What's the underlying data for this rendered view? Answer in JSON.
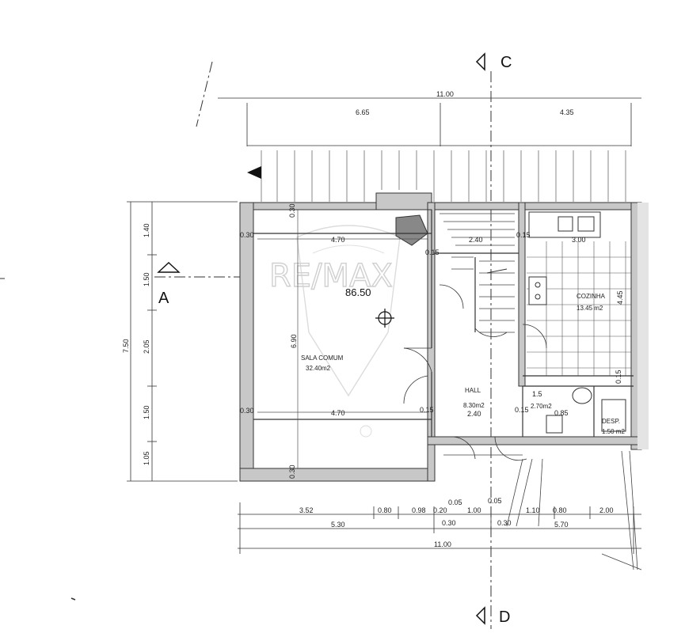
{
  "watermark": "RE/MAX",
  "sections": {
    "a": "A",
    "c": "C",
    "d": "D"
  },
  "elevation": "86.50",
  "rooms": {
    "sala_name": "SALA COMUM",
    "sala_area": "32.40m2",
    "hall_name": "HALL",
    "hall_area": "8.30m2",
    "cozinha_name": "COZINHA",
    "cozinha_area": "13.45 m2",
    "wc_area": "2.70m2",
    "desp_name": "DESP.",
    "desp_area": "1.50 m2"
  },
  "top_dims": {
    "total": "11.00",
    "left": "6.65",
    "right": "4.35"
  },
  "left_dims": {
    "total": "7.50",
    "s1": "1.40",
    "s2": "1.50",
    "s3": "2.05",
    "s4": "1.50",
    "s5": "1.05"
  },
  "bottom_dims": {
    "row1": [
      "3.52",
      "0.80",
      "0.98",
      "0.20",
      "0.05",
      "1.00",
      "0.05",
      "1.10",
      "0.80",
      "2.00"
    ],
    "row2": [
      "5.30",
      "0.30",
      "0.30",
      "5.70"
    ],
    "total": "11.00"
  },
  "interior_dims": {
    "sala_top_width": "4.70",
    "sala_bottom_width": "4.70",
    "sala_depth": "6.90",
    "wall_tl": "0.30",
    "wall_top": "0.30",
    "wall_left_lower": "0.30",
    "wall_bottom": "0.30",
    "stair_width": "2.40",
    "wall_015_a": "0.15",
    "wall_015_b": "0.15",
    "wall_015_c": "0.15",
    "wall_015_d": "0.15",
    "hall_width": "2.40",
    "kitchen_counter": "3.00",
    "kitchen_depth": "4.45",
    "wc_left": "1.5",
    "wc_width": "0.85",
    "desp_side": "0.15"
  },
  "colors": {
    "wall_fill": "#c8c8c8",
    "line": "#333333",
    "watermark": "#d0d0d0"
  }
}
